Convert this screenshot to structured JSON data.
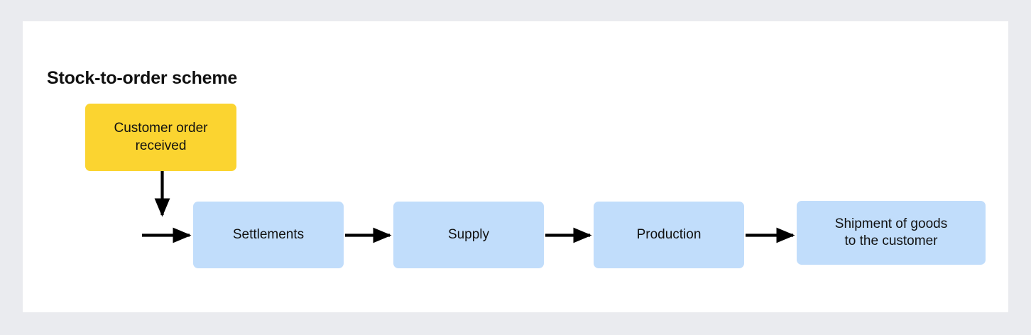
{
  "page": {
    "background_color": "#eaebef",
    "card_background": "#ffffff"
  },
  "diagram": {
    "title": "Stock-to-order scheme",
    "type": "flowchart",
    "orientation": "left-to-right",
    "colors": {
      "start_node": "#fbd430",
      "process_node": "#c1ddfb",
      "arrow": "#000000",
      "text": "#111111"
    },
    "nodes": [
      {
        "id": "customer-order",
        "label": "Customer order\nreceived",
        "color": "#fbd430",
        "role": "start"
      },
      {
        "id": "settlements",
        "label": "Settlements",
        "color": "#c1ddfb",
        "role": "process"
      },
      {
        "id": "supply",
        "label": "Supply",
        "color": "#c1ddfb",
        "role": "process"
      },
      {
        "id": "production",
        "label": "Production",
        "color": "#c1ddfb",
        "role": "process"
      },
      {
        "id": "shipment",
        "label": "Shipment of goods\nto the customer",
        "color": "#c1ddfb",
        "role": "end"
      }
    ],
    "edges": [
      {
        "id": "edge-customer-order-down",
        "from": "customer-order",
        "to": "inbound-line",
        "direction": "down"
      },
      {
        "id": "edge-inbound-settlements",
        "from": "inbound-line",
        "to": "settlements",
        "direction": "right"
      },
      {
        "id": "edge-settlements-supply",
        "from": "settlements",
        "to": "supply",
        "direction": "right"
      },
      {
        "id": "edge-supply-production",
        "from": "supply",
        "to": "production",
        "direction": "right"
      },
      {
        "id": "edge-production-shipment",
        "from": "production",
        "to": "shipment",
        "direction": "right"
      }
    ]
  }
}
